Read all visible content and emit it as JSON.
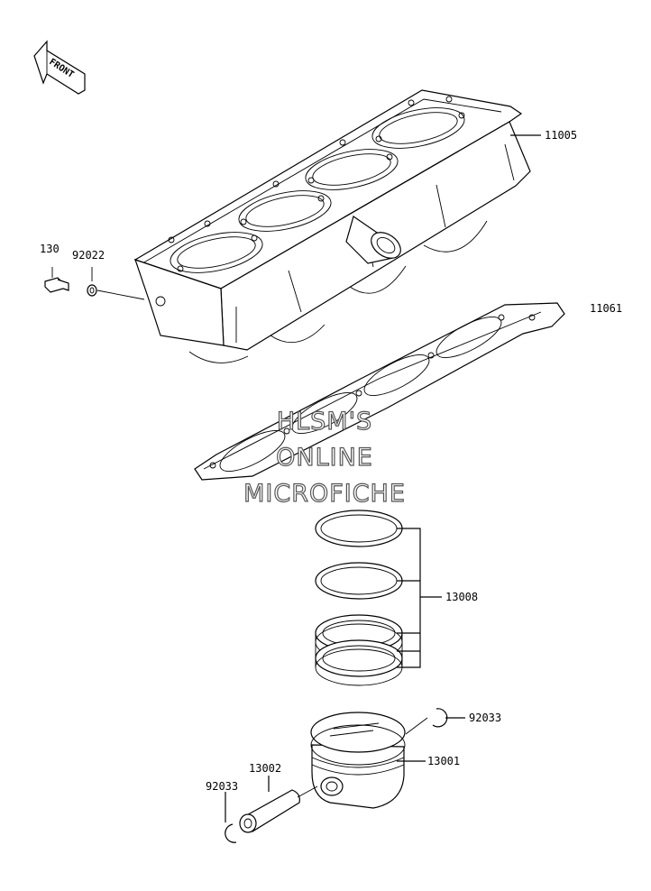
{
  "front_badge": "FRONT",
  "watermark": [
    "HLSM'S",
    "ONLINE",
    "MICROFICHE"
  ],
  "parts": {
    "cylinder": "11005",
    "gasket": "11061",
    "plug": "130",
    "oring": "92022",
    "ring_set": "13008",
    "piston": "13001",
    "pin": "13002",
    "circlip_right": "92033",
    "circlip_left": "92033"
  }
}
